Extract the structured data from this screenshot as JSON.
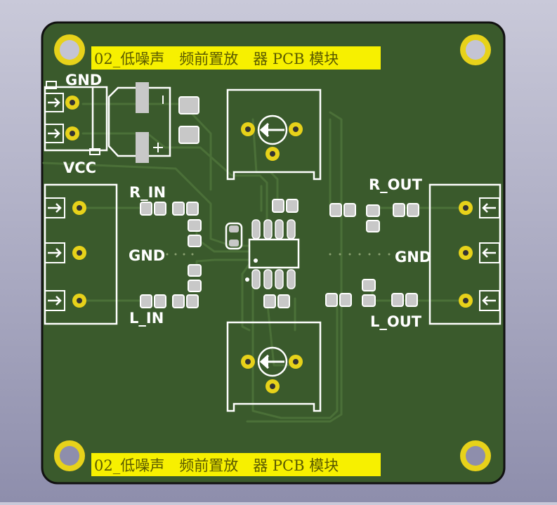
{
  "board": {
    "banner_top": "02_低噪声　频前置放　器 PCB 模块",
    "banner_bottom": "02_低噪声　频前置放　器 PCB 模块",
    "colors": {
      "substrate": "#3a5a2c",
      "copper_trace": "#466a35",
      "silkscreen": "#ffffff",
      "pad_gold": "#e7d21a",
      "banner_fill": "#f7f000",
      "outline": "#111111"
    }
  },
  "labels": {
    "power_gnd": "GND",
    "power_vcc": "VCC",
    "r_in": "R_IN",
    "gnd_left": "GND",
    "l_in": "L_IN",
    "r_out": "R_OUT",
    "gnd_right": "GND",
    "l_out": "L_OUT"
  },
  "icons": {
    "mounting_hole": "mounting-hole-icon",
    "connector_arrow": "arrow-right-icon",
    "connector_arrow_out": "arrow-left-icon",
    "potentiometer": "potentiometer-arrow-icon"
  }
}
